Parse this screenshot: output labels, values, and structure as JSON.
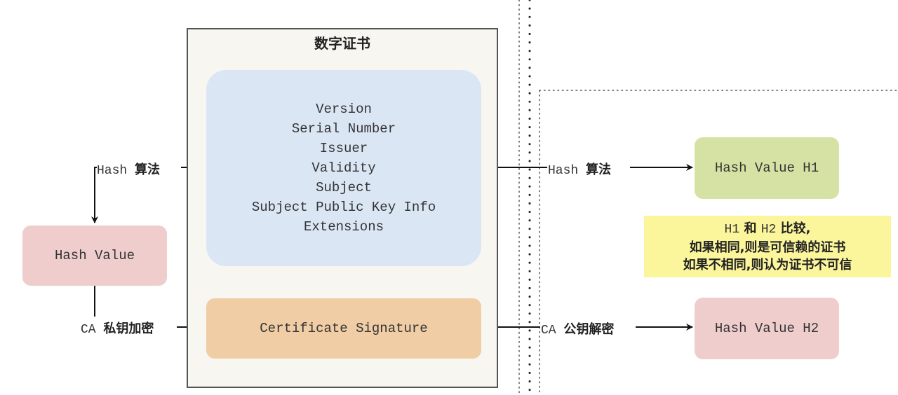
{
  "certificate": {
    "title": "数字证书",
    "fields": [
      "Version",
      "Serial Number",
      "Issuer",
      "Validity",
      "Subject",
      "Subject Public Key Info",
      "Extensions"
    ],
    "signature": "Certificate Signature"
  },
  "left": {
    "hash_algo_label_mono": "Hash",
    "hash_algo_label_cjk": "算法",
    "hash_value": "Hash Value",
    "encrypt_label_mono": "CA",
    "encrypt_label_cjk": "私钥加密"
  },
  "right": {
    "hash_algo_label_mono": "Hash",
    "hash_algo_label_cjk": "算法",
    "h1": "Hash Value H1",
    "decrypt_label_mono": "CA",
    "decrypt_label_cjk": "公钥解密",
    "h2": "Hash Value H2",
    "note": {
      "line1_a": "H1",
      "line1_b": "和",
      "line1_c": "H2",
      "line1_d": "比较,",
      "line2": "如果相同,则是可信赖的证书",
      "line3": "如果不相同,则认为证书不可信"
    }
  },
  "colors": {
    "fields_bg": "#dbe6f5",
    "signature_bg": "#f0cda4",
    "hash_value_bg": "#efcdcd",
    "h1_bg": "#d5e2a4",
    "h2_bg": "#efcdcd",
    "note_bg": "#fbf59c",
    "cert_bg": "#f8f6f0"
  }
}
